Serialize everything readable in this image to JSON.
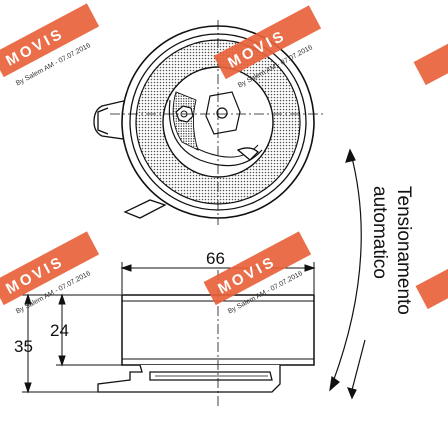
{
  "diagram": {
    "label_line1": "Tensionamento",
    "label_line2": "automatico",
    "dimension_width": "66",
    "dimension_height_inner": "24",
    "dimension_height_total": "35"
  },
  "watermark": {
    "brand": "MOVIS",
    "credit": "By Salem AM - 07.07.2016",
    "brand_color": "#e8623a"
  }
}
